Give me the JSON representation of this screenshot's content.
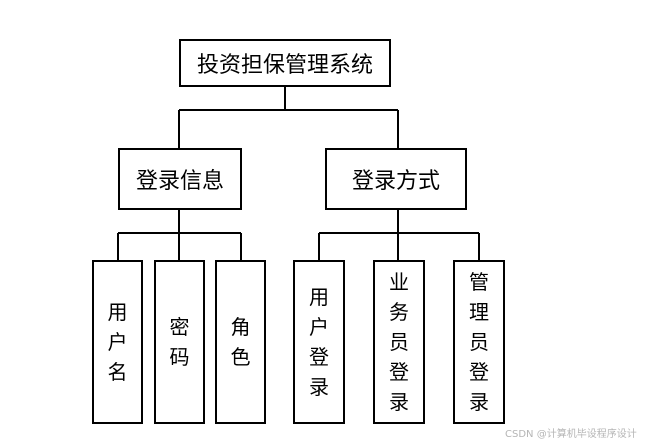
{
  "diagram": {
    "root": "投资担保管理系统",
    "groups": [
      {
        "title": "登录信息",
        "items": [
          "用户名",
          "密码",
          "角色"
        ]
      },
      {
        "title": "登录方式",
        "items": [
          "用户登录",
          "业务员登录",
          "管理员登录"
        ]
      }
    ]
  },
  "watermark": "CSDN @计算机毕设程序设计"
}
